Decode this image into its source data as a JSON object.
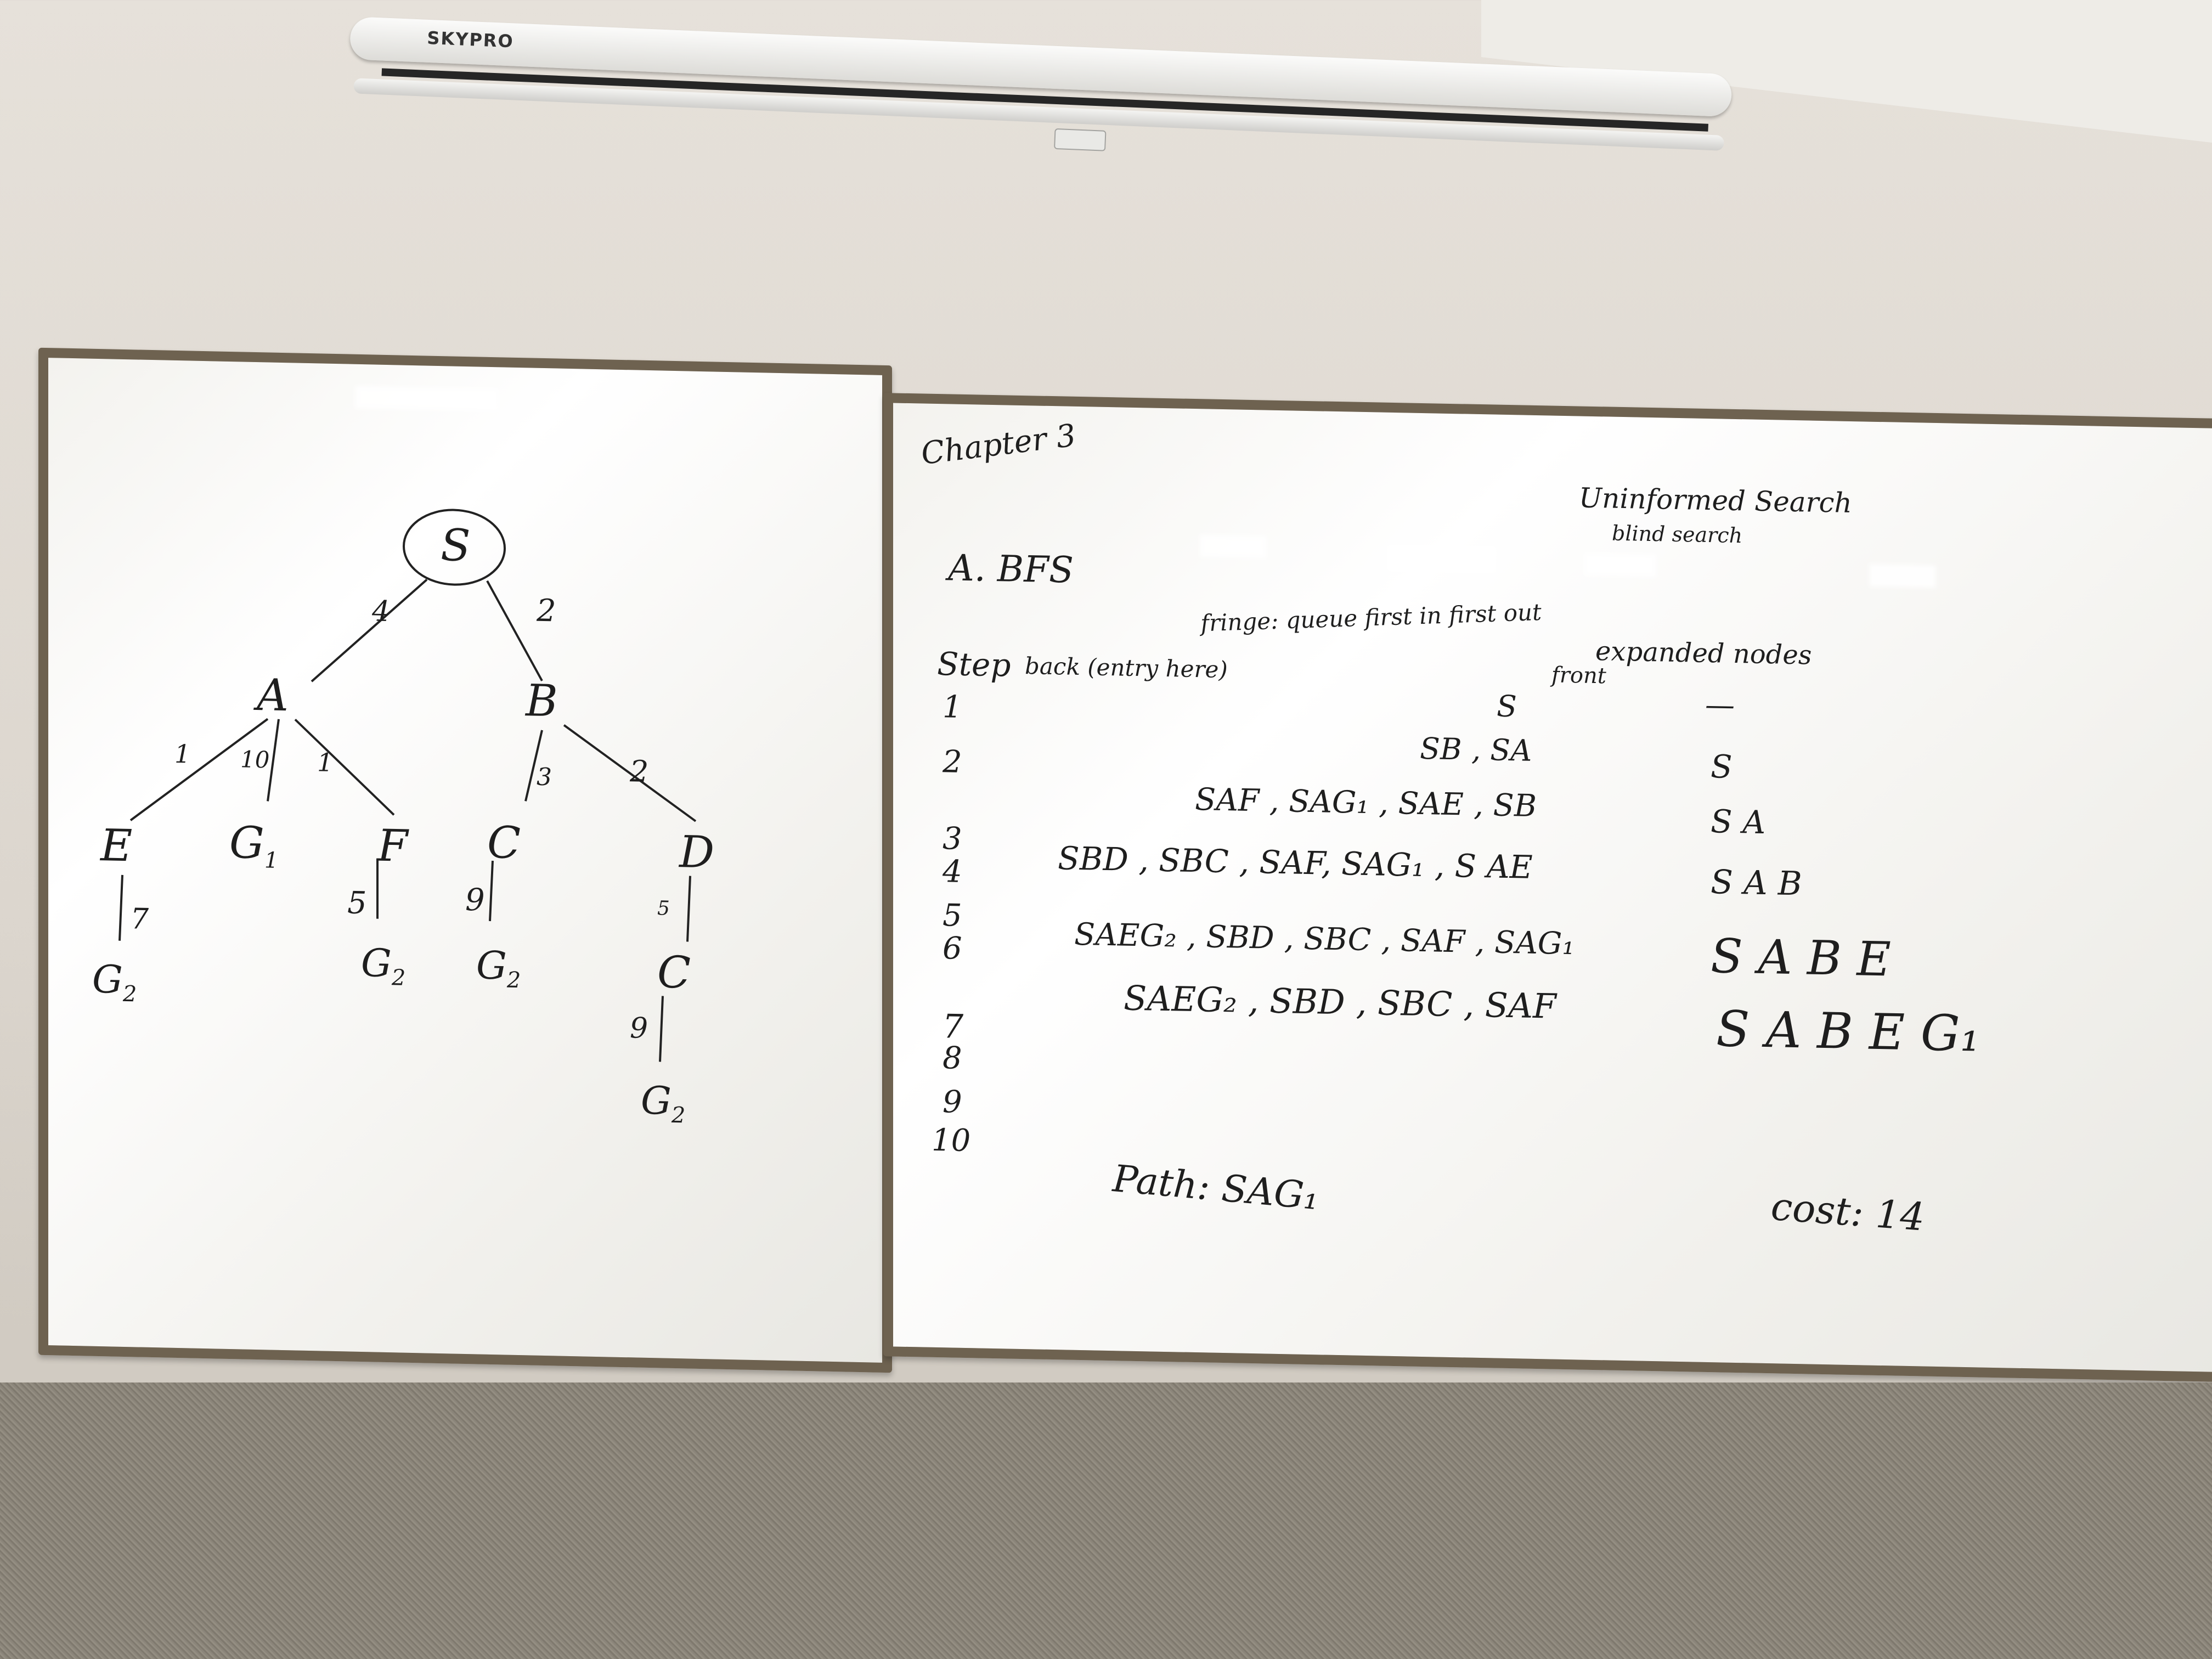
{
  "projector": {
    "brand": "SKYPRO"
  },
  "left_board": {
    "tree": {
      "root": "S",
      "edge_S_A": "4",
      "edge_S_B": "2",
      "node_A": "A",
      "node_B": "B",
      "edge_A_E": "1",
      "edge_A_G1": "10",
      "edge_A_F": "1",
      "edge_B_C": "3",
      "edge_B_D": "2",
      "node_E": "E",
      "node_G1": "G",
      "node_G1_sub": "1",
      "node_F": "F",
      "node_C": "C",
      "node_D": "D",
      "edge_E_G2": "7",
      "edge_F_G2": "5",
      "edge_C_G2": "9",
      "edge_D_C": "5",
      "edge_C2_G2": "9",
      "leaf_G": "G",
      "leaf_sub": "2",
      "node_C2": "C"
    }
  },
  "right_board": {
    "chapter": "Chapter 3",
    "heading1": "Uninformed Search",
    "heading2": "blind search",
    "title": "A. BFS",
    "fringe_label": "fringe: queue first in first out",
    "step_label": "Step",
    "back_label": "back (entry here)",
    "front_label": "front",
    "expanded_label": "expanded nodes",
    "step_numbers": [
      "1",
      "2",
      "3",
      "4",
      "5",
      "6",
      "7",
      "8",
      "9",
      "10"
    ],
    "fringe_rows": [
      "S",
      "SB , SA",
      "SAF , SAG₁ , SAE , SB",
      "SBD , SBC , SAF, SAG₁ , S AE",
      "SAEG₂ , SBD , SBC , SAF , SAG₁",
      "SAEG₂ , SBD , SBC , SAF"
    ],
    "expanded_rows": [
      "—",
      "S",
      "S   A",
      "S   A   B",
      "S  A  B  E",
      "S A B E G₁"
    ],
    "path_label": "Path: SAG₁",
    "cost_label": "cost: 14"
  }
}
